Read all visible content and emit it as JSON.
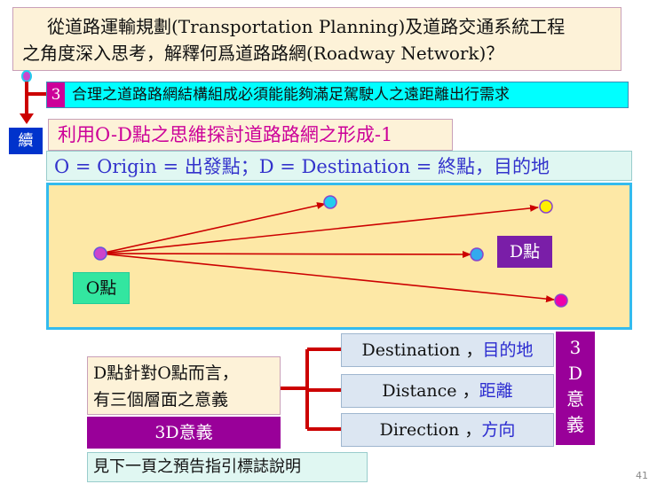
{
  "question": {
    "line1": "從道路運輸規劃(Transportation Planning)及道路交通系統工程",
    "line2": "之角度深入思考，解釋何爲道路路網(Roadway Network)？"
  },
  "item3": {
    "number": "3",
    "text": "合理之道路路網結構組成必須能能夠滿足駕駛人之遠距離出行需求"
  },
  "continue_label": "續",
  "section_title": "利用O-D點之思維探討道路路網之形成-1",
  "od_definition": "O = Origin = 出發點；D = Destination = 終點，目的地",
  "diagram": {
    "o_label": "O點",
    "d_label": "D點",
    "colors": {
      "origin": "#cc44cc",
      "arrow": "#cc0000",
      "dest_cyan": "#22ccee",
      "dest_yellow": "#ffee00",
      "dest_blue": "#33aaee",
      "dest_magenta": "#ee00aa"
    }
  },
  "d_meaning": {
    "line1": "D點針對O點而言，",
    "line2": "有三個層面之意義",
    "label": "3D意義"
  },
  "see_next": "見下一頁之預告指引標誌說明",
  "dimensions": [
    {
      "en": "Destination",
      "zh": "目的地"
    },
    {
      "en": "Distance",
      "zh": "距離"
    },
    {
      "en": "Direction",
      "zh": "方向"
    }
  ],
  "side_label": [
    "3",
    "D",
    "意",
    "義"
  ],
  "page_number": "41"
}
